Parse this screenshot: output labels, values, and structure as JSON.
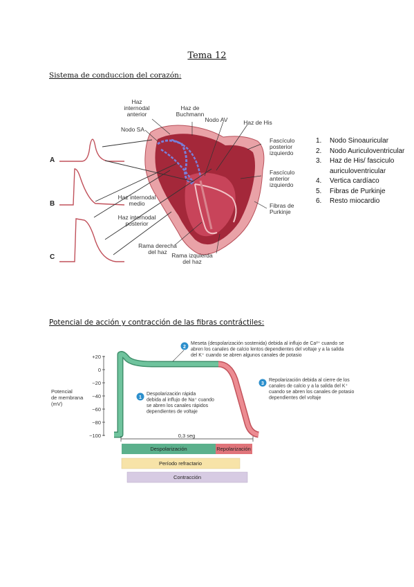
{
  "title": "Tema 12",
  "section1": {
    "heading": "Sistema de conduccion del corazón:",
    "figure_labels": {
      "haz_internodal_anterior": [
        "Haz",
        "internodal",
        "anterior"
      ],
      "haz_buchmann": [
        "Haz de",
        "Buchmann"
      ],
      "nodo_av": "Nodo AV",
      "haz_his": "Haz de His",
      "nodo_sa": "Nodo SA",
      "fasciculo_posterior": [
        "Fascículo",
        "posterior",
        "izquierdo"
      ],
      "fasciculo_anterior": [
        "Fascículo",
        "anterior",
        "izquierdo"
      ],
      "fibras_purkinje": [
        "Fibras de",
        "Purkinje"
      ],
      "haz_internodal_medio": [
        "Haz internodal",
        "medio"
      ],
      "haz_internodal_posterior": [
        "Haz internodal",
        "posterior"
      ],
      "rama_derecha": [
        "Rama derecha",
        "del haz"
      ],
      "rama_izquierda": [
        "Rama izquierda",
        "del haz"
      ],
      "trace_a": "A",
      "trace_b": "B",
      "trace_c": "C"
    },
    "list": [
      {
        "num": "1.",
        "text": "Nodo Sinoauricular"
      },
      {
        "num": "2.",
        "text": "Nodo Auriculoventricular"
      },
      {
        "num": "3.",
        "text": "Haz de His/ fasciculo auriculoventricular"
      },
      {
        "num": "4.",
        "text": "Vertica cardíaco"
      },
      {
        "num": "5.",
        "text": "Fibras de Purkinje"
      },
      {
        "num": "6.",
        "text": "Resto miocardio"
      }
    ]
  },
  "section2": {
    "heading": "Potencial de acción y contracción de las fibras contráctiles:",
    "ylabel": [
      "Potencial",
      "de membrana",
      "(mV)"
    ],
    "ticks": [
      "+20",
      "0",
      "−20",
      "−40",
      "−60",
      "−80",
      "−100"
    ],
    "annot1": {
      "num": "1",
      "lines": [
        "Despolarización rápida",
        "debida al influjo de Na⁺ cuando",
        "se abren los canales rápidos",
        "dependientes de voltaje"
      ]
    },
    "annot2": {
      "num": "2",
      "lines": [
        "Meseta (despolarización sostenida) debida al influjo de Ca²⁺ cuando se",
        "abren los canales de calcio lentos dependientes del voltaje y a la salida",
        "del K⁺ cuando se abren algunos canales de potasio"
      ]
    },
    "annot3": {
      "num": "3",
      "lines": [
        "Repolarización debida al cierre de los",
        "canales de calcio y a la salida del K⁺",
        "cuando se abren los canales de potasio",
        "dependientes del voltaje"
      ]
    },
    "duration": "0,3 seg",
    "bar_depol": "Despolarización",
    "bar_repol": "Repolarización",
    "bar_refract": "Período refractario",
    "bar_contract": "Contracción",
    "colors": {
      "depol": "#5bb08c",
      "repol": "#e0747a",
      "refract": "#f7e3a8",
      "contract": "#d7cbe3",
      "badge": "#2c8fcc"
    }
  }
}
